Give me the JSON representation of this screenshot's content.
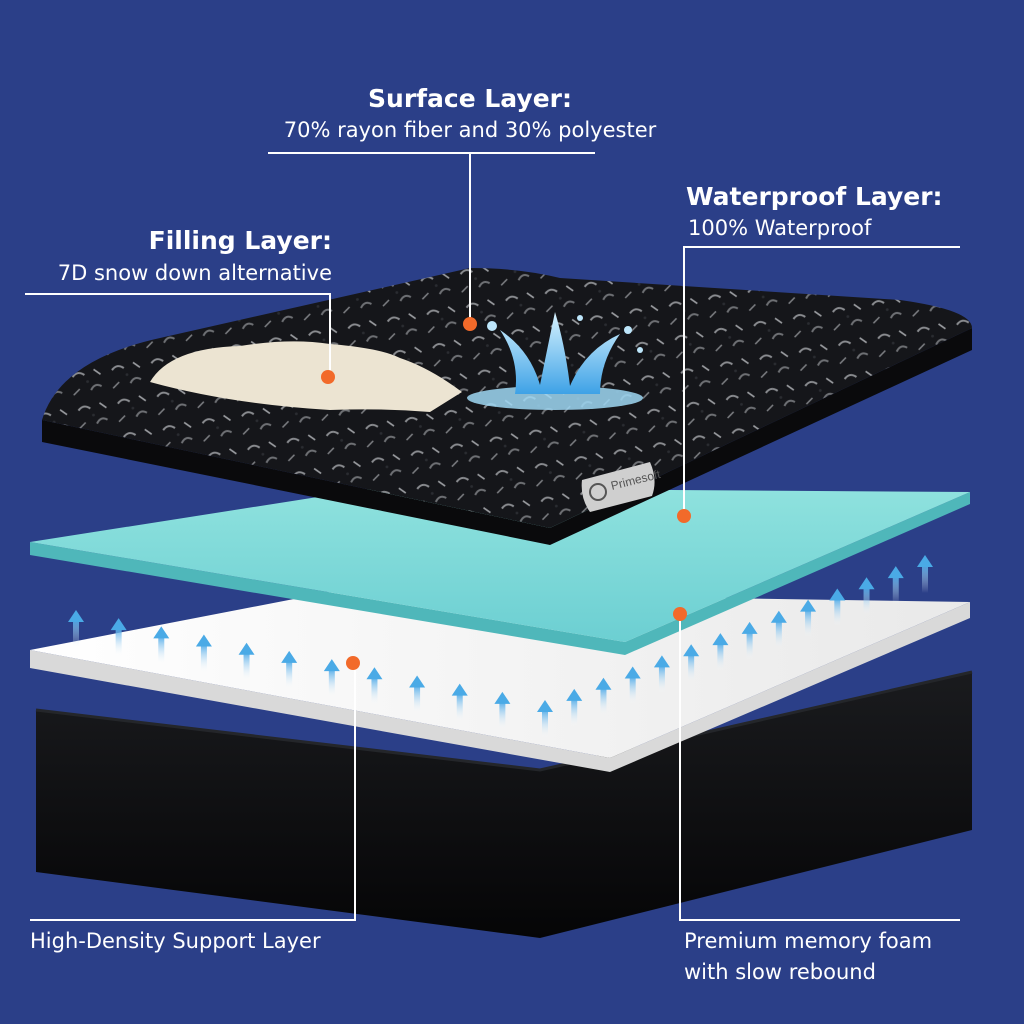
{
  "colors": {
    "background": "#2b3f88",
    "dot": "#f26a2a",
    "leader": "#ffffff",
    "gel": "#7fd8d8",
    "support": "#f2f2f2",
    "base": "#0c0c0e",
    "topper": "#121316",
    "arrow": "#4aaae6"
  },
  "labels": {
    "surface": {
      "title": "Surface Layer:",
      "desc": "70% rayon fiber and 30% polyester"
    },
    "filling": {
      "title": "Filling Layer:",
      "desc": "7D snow down alternative"
    },
    "waterproof": {
      "title": "Waterproof Layer:",
      "desc": "100% Waterproof"
    },
    "support": {
      "desc": "High-Density Support Layer"
    },
    "memory": {
      "line1": "Premium memory foam",
      "line2": "with slow rebound"
    }
  },
  "product": {
    "brand": "Primesoft",
    "brand_icon": "brand-logo-p-icon",
    "water_icon": "water-splash-icon",
    "airflow_icon": "airflow-arrow-icon"
  }
}
